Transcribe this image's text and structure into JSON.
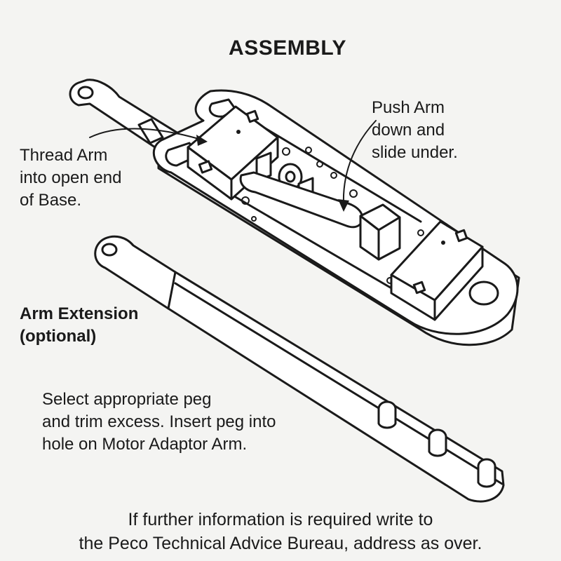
{
  "title": "ASSEMBLY",
  "labels": {
    "thread_arm": [
      "Thread Arm",
      "into open end",
      "of Base."
    ],
    "push_arm": [
      "Push Arm",
      "down and",
      "slide under."
    ],
    "arm_extension": [
      "Arm Extension",
      "(optional)"
    ],
    "select_peg": [
      "Select appropriate peg",
      "and trim excess. Insert peg into",
      "hole on Motor Adaptor Arm."
    ]
  },
  "footer": [
    "If further information is required write to",
    "the Peco Technical Advice Bureau, address as over."
  ],
  "colors": {
    "ink": "#1a1a1a",
    "paper": "#f4f4f2"
  }
}
